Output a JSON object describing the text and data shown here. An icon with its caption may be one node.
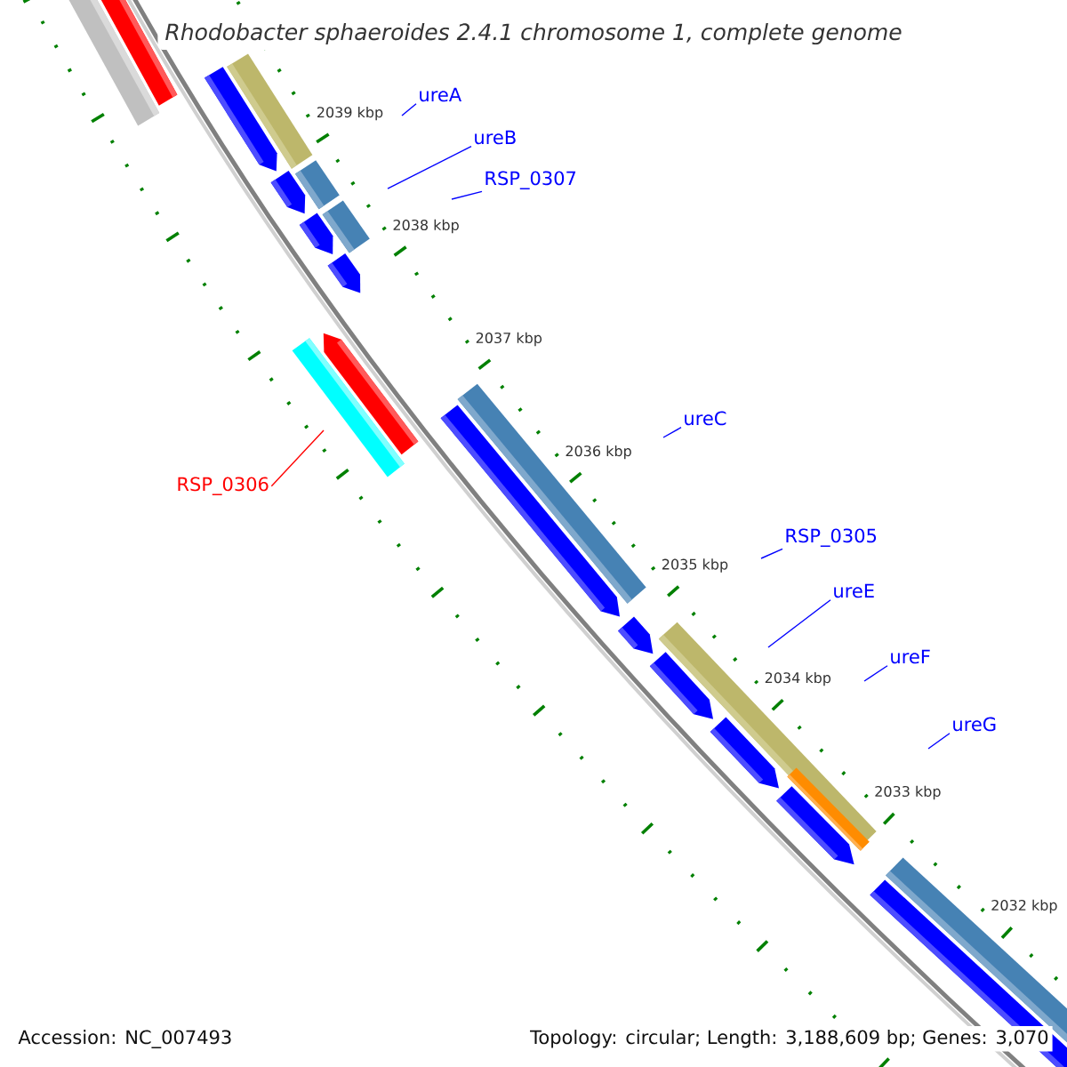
{
  "diagram": {
    "title": "*Rhodobacter sphaeroides* 2.4.1 chromosome 1, complete genome",
    "nodes": [
      {
        "text": [
          "ureA"
        ]
      },
      {
        "text": [
          "ureB"
        ]
      },
      {
        "text": [
          "RSP_0307"
        ]
      },
      {
        "text": [
          "ureC"
        ]
      },
      {
        "text": [
          "RSP_0306"
        ]
      },
      {
        "text": [
          "RSP_0305"
        ]
      },
      {
        "text": [
          "ureE"
        ]
      },
      {
        "text": [
          "ureF"
        ]
      },
      {
        "text": [
          "ureG"
        ]
      }
    ],
    "edges": [
      {
        "from": 0,
        "to": null,
        "arrow": "none"
      },
      {
        "from": 1,
        "to": null,
        "arrow": "none"
      },
      {
        "from": 2,
        "to": null,
        "arrow": "none"
      },
      {
        "from": 3,
        "to": null,
        "arrow": "none"
      },
      {
        "from": 4,
        "to": null,
        "arrow": "none",
        "color": "#ff0000"
      },
      {
        "from": 5,
        "to": null,
        "arrow": "none"
      },
      {
        "from": 6,
        "to": null,
        "arrow": "none"
      },
      {
        "from": 7,
        "to": null,
        "arrow": "none"
      },
      {
        "from": 8,
        "to": null,
        "arrow": "none"
      }
    ],
    "labels": [
      "2039 kbp",
      "2038 kbp",
      "2037 kbp",
      "2036 kbp",
      "2035 kbp",
      "2034 kbp",
      "2033 kbp",
      "2032 kbp",
      "Accession: NC_007493",
      "Topology: circular; Length: 3,188,609 bp; Genes: 3,070"
    ]
  }
}
